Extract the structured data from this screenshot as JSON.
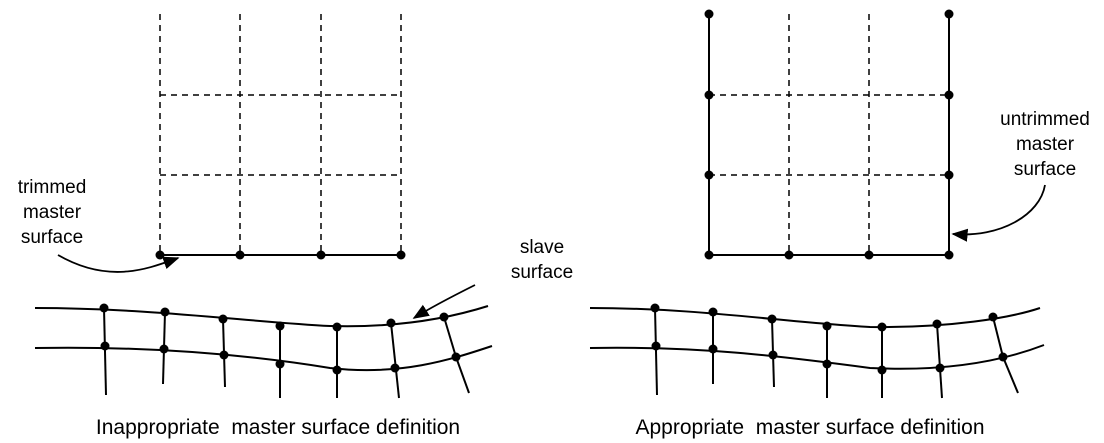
{
  "left_panel": {
    "annotation_trimmed": [
      "trimmed",
      "master",
      "surface"
    ],
    "annotation_slave": [
      "slave",
      "surface"
    ],
    "caption": "Inappropriate  master surface definition"
  },
  "right_panel": {
    "annotation_untrimmed": [
      "untrimmed",
      "master",
      "surface"
    ],
    "caption": "Appropriate  master surface definition"
  }
}
